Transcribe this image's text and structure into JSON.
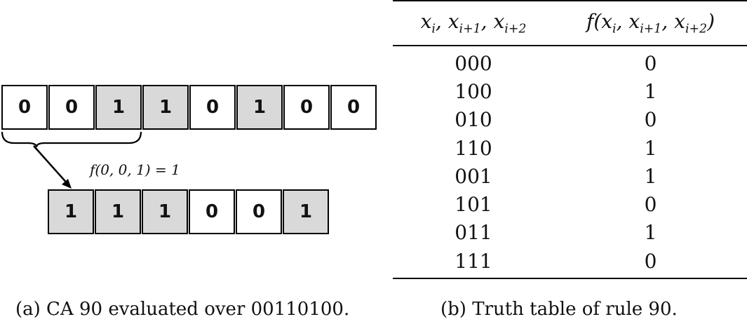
{
  "left_panel": {
    "input_cells": [
      "0",
      "0",
      "1",
      "1",
      "0",
      "1",
      "0",
      "0"
    ],
    "output_cells": [
      "1",
      "1",
      "1",
      "0",
      "0",
      "1"
    ],
    "rule_label": "f(0, 0, 1) = 1",
    "caption": "(a) CA 90 evaluated over 00110100.",
    "highlight_color": "#d9d9d9"
  },
  "right_panel": {
    "header": {
      "col1": "x_i, x_{i+1}, x_{i+2}",
      "col2": "f(x_i, x_{i+1}, x_{i+2})"
    },
    "rows": [
      [
        "000",
        "0"
      ],
      [
        "100",
        "1"
      ],
      [
        "010",
        "0"
      ],
      [
        "110",
        "1"
      ],
      [
        "001",
        "1"
      ],
      [
        "101",
        "0"
      ],
      [
        "011",
        "1"
      ],
      [
        "111",
        "0"
      ]
    ],
    "caption": "(b) Truth table of rule 90."
  }
}
